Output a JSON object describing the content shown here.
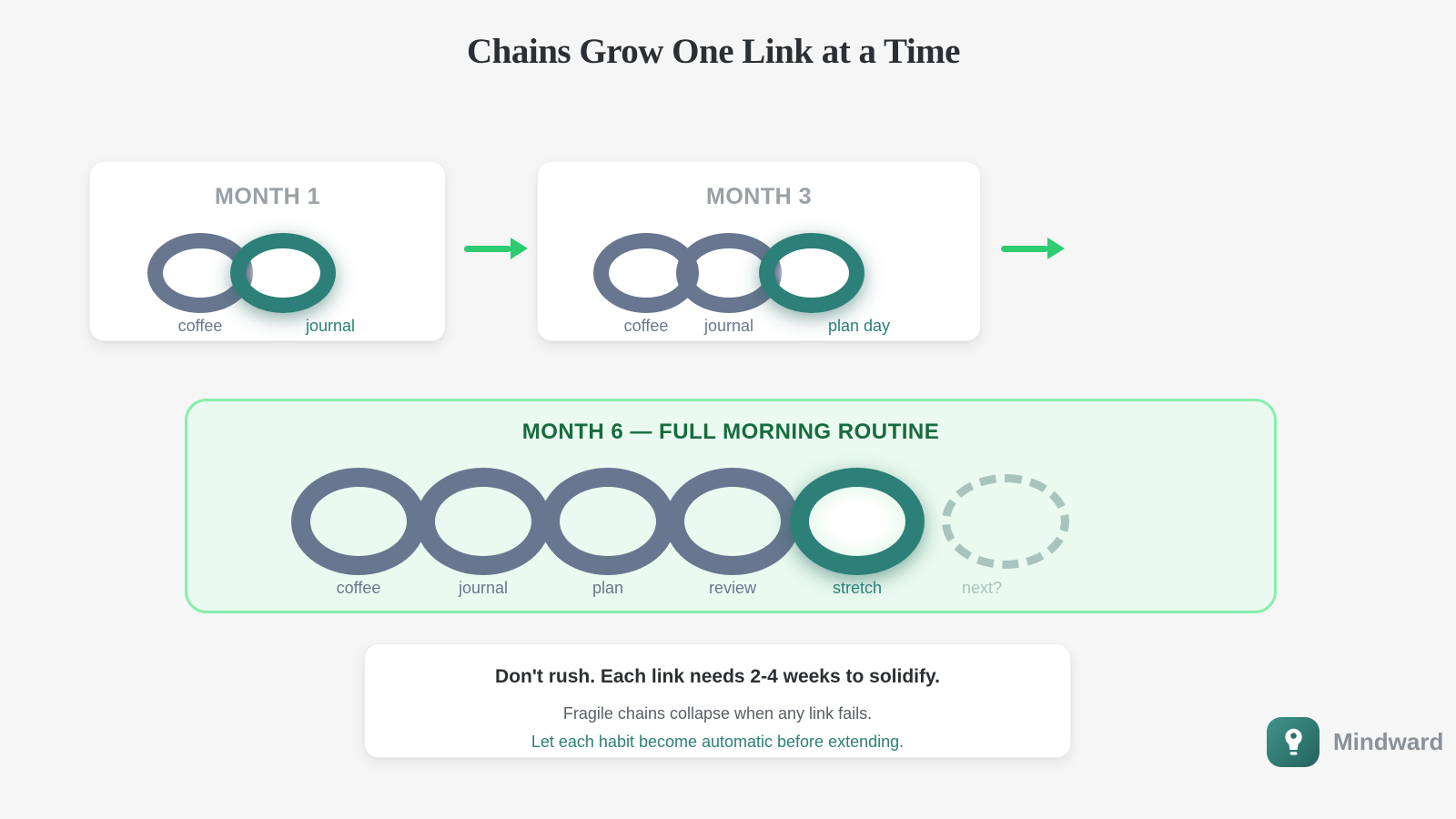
{
  "page_title": "Chains Grow One Link at a Time",
  "colors": {
    "page-bg": "#f6f6f7",
    "ink": "#2b2f33",
    "slate": "#68778f",
    "teal": "#2c8077",
    "arrow": "#2ecc71",
    "green-bg": "#eafaf0",
    "green-border": "#86efac",
    "green-title": "#176b3f",
    "gray-header": "#9aa0a6",
    "dashed": "#a9c3be",
    "gray-text": "#585e66",
    "brand-gray": "#8b9198"
  },
  "chains": [
    {
      "title": "MONTH 1",
      "links": [
        {
          "label": "coffee",
          "type": "base"
        },
        {
          "label": "journal",
          "type": "new"
        }
      ]
    },
    {
      "title": "MONTH 3",
      "links": [
        {
          "label": "coffee",
          "type": "base"
        },
        {
          "label": "journal",
          "type": "base"
        },
        {
          "label": "plan day",
          "type": "new"
        }
      ]
    },
    {
      "title": "MONTH 6 — FULL MORNING ROUTINE",
      "links": [
        {
          "label": "coffee",
          "type": "base"
        },
        {
          "label": "journal",
          "type": "base"
        },
        {
          "label": "plan",
          "type": "base"
        },
        {
          "label": "review",
          "type": "base"
        },
        {
          "label": "stretch",
          "type": "new"
        },
        {
          "label": "next?",
          "type": "future"
        }
      ]
    }
  ],
  "note": {
    "heading": "Don't rush. Each link needs 2-4 weeks to solidify.",
    "line1": "Fragile chains collapse when any link fails.",
    "line2": "Let each habit become automatic before extending."
  },
  "brand": {
    "name": "Mindward",
    "icon": "lightbulb-icon"
  }
}
